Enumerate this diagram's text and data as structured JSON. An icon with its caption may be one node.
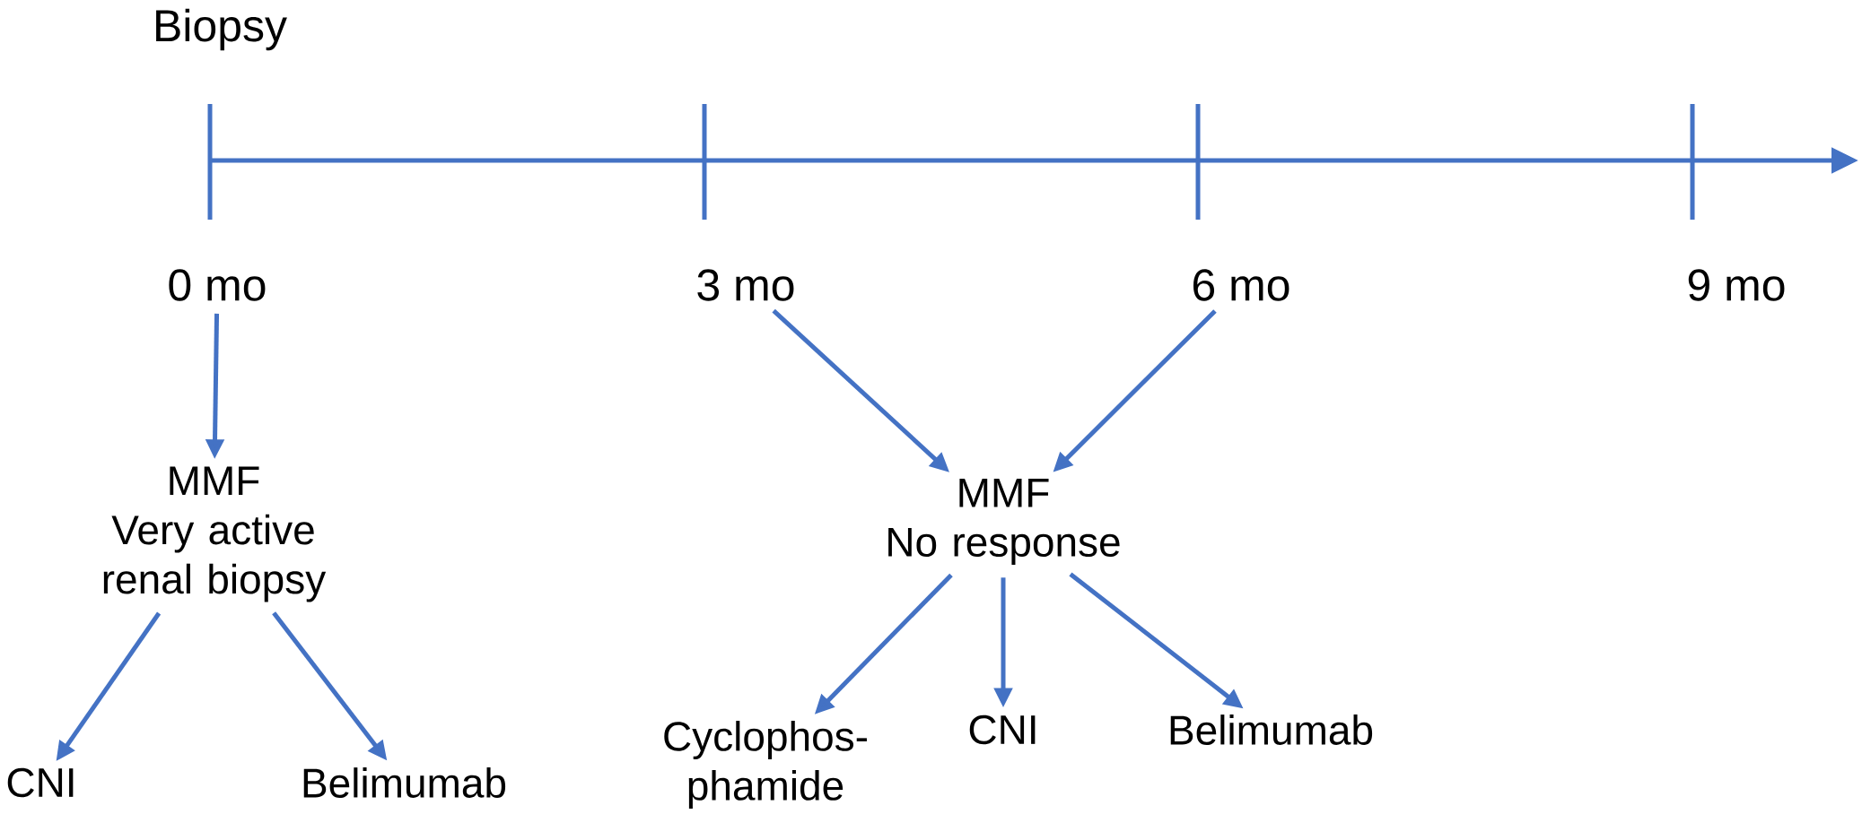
{
  "diagram": {
    "nodes": [
      {
        "text": [
          "0 mo"
        ]
      },
      {
        "text": [
          "3 mo"
        ]
      },
      {
        "text": [
          "6 mo"
        ]
      },
      {
        "text": [
          "9 mo"
        ]
      },
      {
        "text": [
          "MMF",
          "Very active renal biopsy"
        ]
      },
      {
        "text": [
          "MMF",
          "No response"
        ]
      },
      {
        "text": [
          "CNI"
        ]
      },
      {
        "text": [
          "Belimumab"
        ]
      },
      {
        "text": [
          "Cyclophos- phamide"
        ]
      },
      {
        "text": [
          "CNI"
        ]
      },
      {
        "text": [
          "Belimumab"
        ]
      }
    ],
    "edges": [
      {
        "from": 0,
        "to": 4,
        "arrow": "to"
      },
      {
        "from": 1,
        "to": 5,
        "arrow": "to"
      },
      {
        "from": 2,
        "to": 5,
        "arrow": "to"
      },
      {
        "from": 4,
        "to": 6,
        "arrow": "to"
      },
      {
        "from": 4,
        "to": 7,
        "arrow": "to"
      },
      {
        "from": 5,
        "to": 8,
        "arrow": "to"
      },
      {
        "from": 5,
        "to": 9,
        "arrow": "to"
      },
      {
        "from": 5,
        "to": 10,
        "arrow": "to"
      }
    ],
    "labels": [
      "Biopsy"
    ]
  }
}
